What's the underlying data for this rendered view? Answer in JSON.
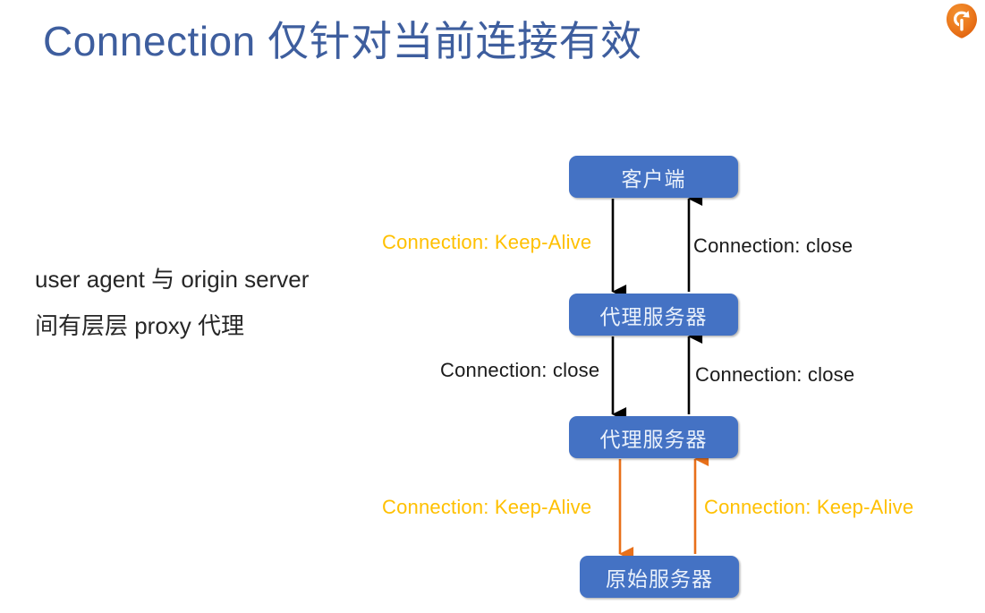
{
  "slide": {
    "title": "Connection 仅针对当前连接有效",
    "title_color": "#3E5E9E",
    "background": "#ffffff"
  },
  "logo": {
    "icon_name": "brand-logo-icon",
    "color": "#E8701A"
  },
  "body_text": {
    "line1": "user agent 与 origin server",
    "line2": "间有层层 proxy 代理"
  },
  "diagram": {
    "node_fill": "#4472C4",
    "node_text_color": "#EAF1FB",
    "nodes": [
      {
        "id": "client",
        "label": "客户端"
      },
      {
        "id": "proxy-1",
        "label": "代理服务器"
      },
      {
        "id": "proxy-2",
        "label": "代理服务器"
      },
      {
        "id": "origin",
        "label": "原始服务器"
      }
    ],
    "edge_labels": [
      {
        "id": "ka-1",
        "text": "Connection: Keep-Alive",
        "color": "#FFC000"
      },
      {
        "id": "close-1",
        "text": "Connection: close",
        "color": "#1A1A1A"
      },
      {
        "id": "close-2",
        "text": "Connection: close",
        "color": "#1A1A1A"
      },
      {
        "id": "close-3",
        "text": "Connection: close",
        "color": "#1A1A1A"
      },
      {
        "id": "ka-2",
        "text": "Connection: Keep-Alive",
        "color": "#FFC000"
      },
      {
        "id": "ka-3",
        "text": "Connection: Keep-Alive",
        "color": "#FFC000"
      }
    ],
    "arrows": [
      {
        "id": "client-to-proxy1",
        "direction": "down",
        "color": "#000000"
      },
      {
        "id": "proxy1-to-client",
        "direction": "up",
        "color": "#000000"
      },
      {
        "id": "proxy1-to-proxy2",
        "direction": "down",
        "color": "#000000"
      },
      {
        "id": "proxy2-to-proxy1",
        "direction": "up",
        "color": "#000000"
      },
      {
        "id": "proxy2-to-origin",
        "direction": "down",
        "color": "#E8701A"
      },
      {
        "id": "origin-to-proxy2",
        "direction": "up",
        "color": "#E8701A"
      }
    ]
  }
}
